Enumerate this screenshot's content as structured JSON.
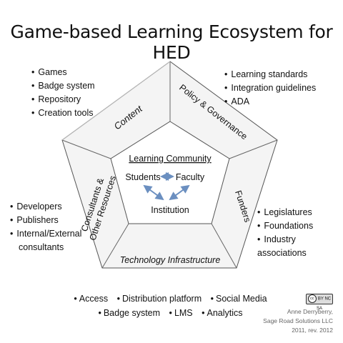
{
  "title": "Game-based Learning Ecosystem for HED",
  "segments": {
    "content": "Content",
    "policy": "Policy & Governance",
    "funders": "Funders",
    "technology": "Technology Infrastructure",
    "consultants_line1": "Consultants &",
    "consultants_line2": "Other Resources"
  },
  "center": {
    "heading": "Learning Community",
    "students": "Students",
    "faculty": "Faculty",
    "institution": "Institution"
  },
  "lists": {
    "content": [
      "Games",
      "Badge system",
      "Repository",
      "Creation tools"
    ],
    "policy": [
      "Learning standards",
      "Integration guidelines",
      "ADA"
    ],
    "consultants": [
      "Developers",
      "Publishers",
      "Internal/External",
      "consultants"
    ],
    "funders": [
      "Legislatures",
      "Foundations",
      "Industry associations"
    ],
    "technology_row1": [
      "Access",
      "Distribution platform",
      "Social Media"
    ],
    "technology_row2": [
      "Badge system",
      "LMS",
      "Analytics"
    ]
  },
  "credit": {
    "name": "Anne Derryberry,",
    "org": "Sage Road Solutions LLC",
    "date": "2011, rev. 2012",
    "license_badge": "BY NC SA"
  },
  "colors": {
    "arrow": "#6b8fc0",
    "outline": "#555555",
    "shade": "#e6e6e6"
  }
}
